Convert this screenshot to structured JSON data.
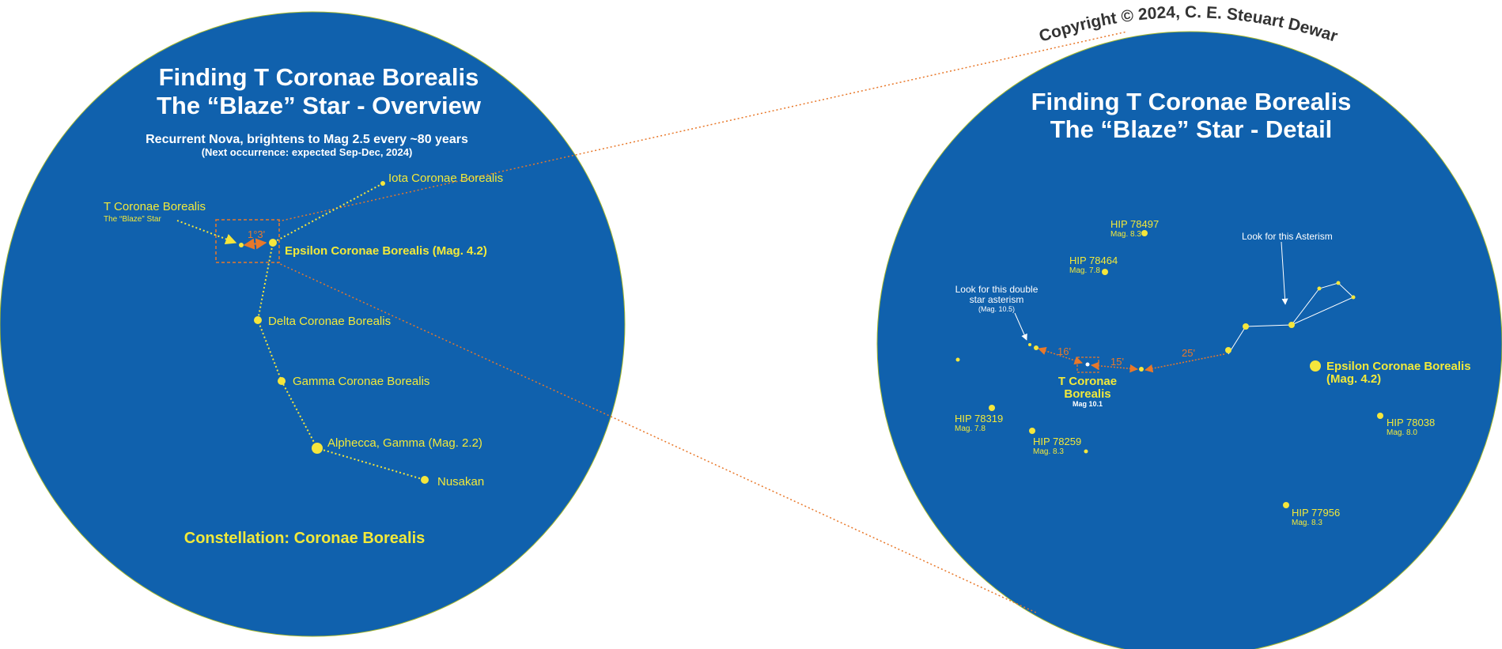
{
  "copyright": "Copyright © 2024, C. E. Steuart Dewar",
  "colors": {
    "sky": "#1061ad",
    "star": "#f5e63c",
    "pointer": "#e8782a",
    "asterism_line": "#ffffff"
  },
  "overview": {
    "title_line1": "Finding T Coronae Borealis",
    "title_line2": "The “Blaze” Star - Overview",
    "subtitle": "Recurrent Nova, brightens to Mag 2.5 every ~80 years",
    "subtitle2": "(Next occurrence: expected Sep-Dec, 2024)",
    "constellation": "Constellation:  Coronae Borealis",
    "separation": "1°3'",
    "stars": {
      "iota": "Iota Coronae Borealis",
      "t_cor_bor": "T Coronae Borealis",
      "t_cor_bor_sub": "The “Blaze” Star",
      "epsilon": "Epsilon Coronae Borealis (Mag. 4.2)",
      "delta": "Delta Coronae Borealis",
      "gamma": "Gamma Coronae Borealis",
      "alphecca": "Alphecca, Gamma (Mag. 2.2)",
      "nusakan": "Nusakan"
    }
  },
  "detail": {
    "title_line1": "Finding T Coronae Borealis",
    "title_line2": "The “Blaze” Star - Detail",
    "asterism_note": "Look for this Asterism",
    "double_note_line1": "Look for this double",
    "double_note_line2": "star asterism",
    "double_note_mag": "(Mag. 10.5)",
    "angles": {
      "a16": "16'",
      "a15": "15'",
      "a25": "25'"
    },
    "t_cor_line1": "T Coronae",
    "t_cor_line2": "Borealis",
    "t_cor_mag": "Mag 10.1",
    "epsilon_line1": "Epsilon Coronae Borealis",
    "epsilon_line2": "(Mag. 4.2)",
    "hip": [
      {
        "name": "HIP 78497",
        "mag": "Mag. 8.3"
      },
      {
        "name": "HIP 78464",
        "mag": "Mag. 7.8"
      },
      {
        "name": "HIP 78319",
        "mag": "Mag. 7.8"
      },
      {
        "name": "HIP 78259",
        "mag": "Mag. 8.3"
      },
      {
        "name": "HIP 78038",
        "mag": "Mag. 8.0"
      },
      {
        "name": "HIP 77956",
        "mag": "Mag. 8.3"
      }
    ]
  }
}
